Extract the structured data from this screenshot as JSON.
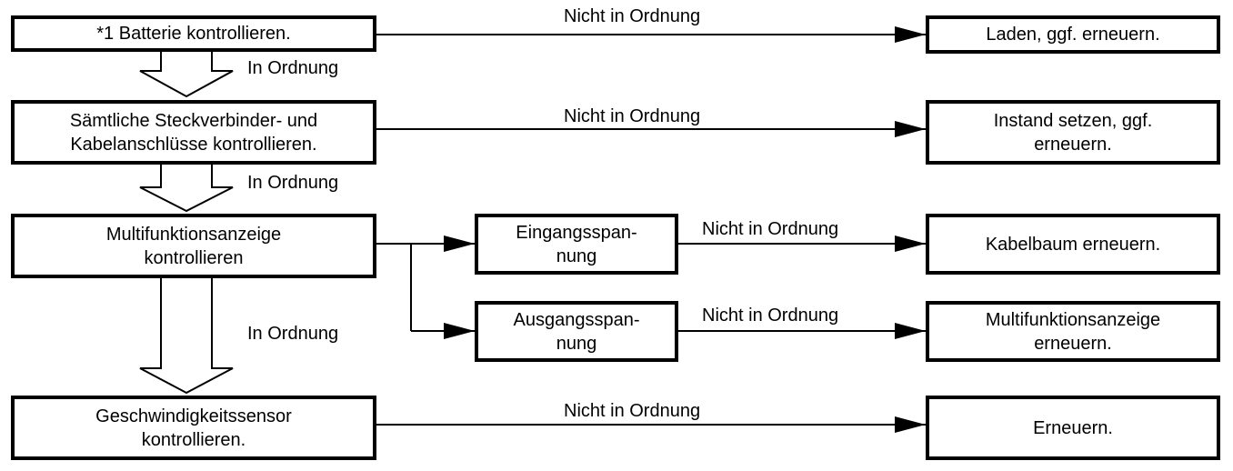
{
  "steps": {
    "battery": {
      "line1": "*1 Batterie kontrollieren."
    },
    "connectors": {
      "line1": "Sämtliche Steckverbinder- und",
      "line2": "Kabelanschlüsse kontrollieren."
    },
    "display": {
      "line1": "Multifunktionsanzeige",
      "line2": "kontrollieren"
    },
    "speed_sensor": {
      "line1": "Geschwindigkeitssensor",
      "line2": "kontrollieren."
    }
  },
  "checks": {
    "input_voltage": {
      "line1": "Eingangsspan-",
      "line2": "nung"
    },
    "output_voltage": {
      "line1": "Ausgangsspan-",
      "line2": "nung"
    }
  },
  "actions": {
    "battery": {
      "line1": "Laden, ggf. erneuern."
    },
    "connectors": {
      "line1": "Instand setzen, ggf.",
      "line2": "erneuern."
    },
    "input_voltage": {
      "line1": "Kabelbaum erneuern."
    },
    "output_voltage": {
      "line1": "Multifunktionsanzeige",
      "line2": "erneuern."
    },
    "speed_sensor": {
      "line1": "Erneuern."
    }
  },
  "labels": {
    "ok": "In Ordnung",
    "not_ok": "Nicht in Ordnung"
  }
}
